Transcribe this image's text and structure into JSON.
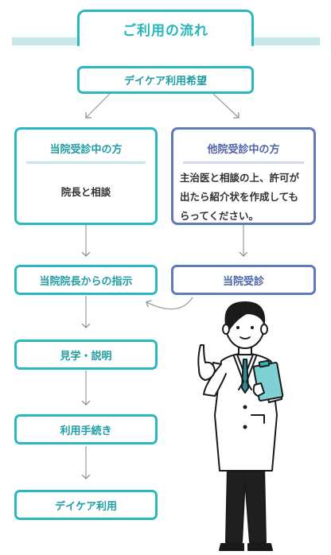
{
  "title": "ご利用の流れ",
  "start": "デイケア利用希望",
  "left_branch": {
    "heading": "当院受診中の方",
    "body": "院長と相談"
  },
  "right_branch": {
    "heading": "他院受診中の方",
    "body": "主治医と相談の上、許可が出たら紹介状を作成してもらってください。"
  },
  "right_step": "当院受診",
  "steps": [
    "当院院長からの指示",
    "見学・説明",
    "利用手続き",
    "デイケア利用"
  ],
  "colors": {
    "teal": "#2bb8bf",
    "blue": "#6378b8",
    "title_band": "#c5e7ea"
  }
}
